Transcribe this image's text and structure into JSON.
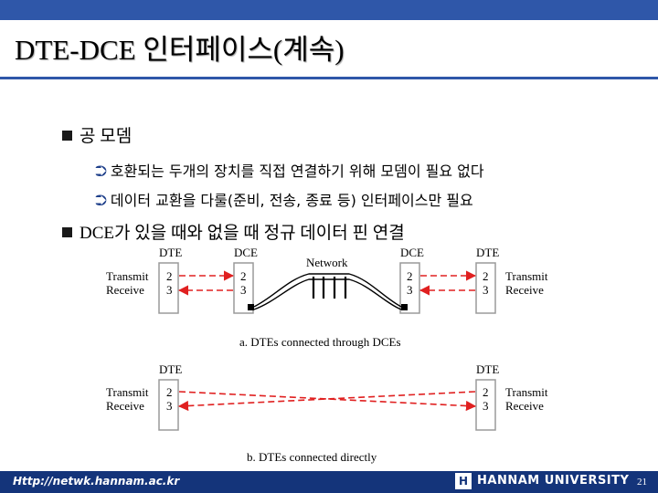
{
  "slide": {
    "title": "DTE-DCE 인터페이스(계속)",
    "bullets": [
      {
        "text": "공 모뎀",
        "sub": [
          "호환되는 두개의 장치를 직접 연결하기 위해 모뎀이 필요 없다",
          "데이터 교환을 다룰(준비, 전송, 종료 등) 인터페이스만 필요"
        ]
      },
      {
        "text": "DCE가 있을 때와 없을 때 정규 데이터 핀 연결",
        "sub": []
      }
    ]
  },
  "diagram": {
    "a": {
      "dte_left": "DTE",
      "dce_left": "DCE",
      "dce_right": "DCE",
      "dte_right": "DTE",
      "network": "Network",
      "transmit": "Transmit",
      "receive": "Receive",
      "pin2": "2",
      "pin3": "3",
      "caption": "a. DTEs connected through DCEs"
    },
    "b": {
      "dte_left": "DTE",
      "dte_right": "DTE",
      "transmit": "Transmit",
      "receive": "Receive",
      "pin2": "2",
      "pin3": "3",
      "caption": "b. DTEs connected directly"
    },
    "colors": {
      "signal": "#e02020",
      "box": "#9a9a9a"
    }
  },
  "footer": {
    "url": "Http://netwk.hannam.ac.kr",
    "logo_icon": "hannam-logo",
    "university": "HANNAM UNIVERSITY",
    "page": "21"
  },
  "theme": {
    "accent": "#2f57a9",
    "footer_bg": "#14347a"
  }
}
